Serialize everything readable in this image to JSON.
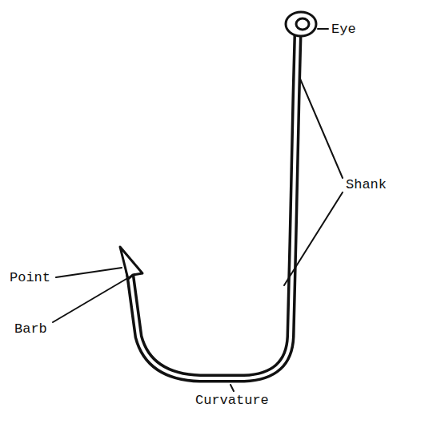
{
  "diagram": {
    "labels": [
      "Eye",
      "Shank",
      "Point",
      "Barb",
      "Curvature"
    ]
  }
}
